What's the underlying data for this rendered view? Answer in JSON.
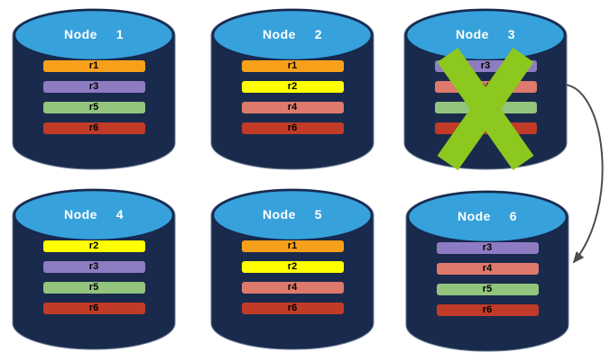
{
  "colors": {
    "background": "#FFFFFF",
    "cylinder_body": "#1A2A4C",
    "cylinder_edge": "#6B7A95",
    "cylinder_top_fill": "#37A1DB",
    "cylinder_top_stroke": "#16294E",
    "node_title_text": "#FFFFFF",
    "row_label_text": "#000000",
    "failure_x": "#8CC81E",
    "arrow": "#4D4D4D"
  },
  "nodes": [
    {
      "title": "Node  1",
      "failed": false,
      "rows": [
        {
          "label": "r1",
          "color": "#F9A01B"
        },
        {
          "label": "r3",
          "color": "#8E7CC3"
        },
        {
          "label": "r5",
          "color": "#93C47D"
        },
        {
          "label": "r6",
          "color": "#C13B28"
        }
      ]
    },
    {
      "title": "Node  2",
      "failed": false,
      "rows": [
        {
          "label": "r1",
          "color": "#F9A01B"
        },
        {
          "label": "r2",
          "color": "#FFFF00"
        },
        {
          "label": "r4",
          "color": "#DE7A6C"
        },
        {
          "label": "r6",
          "color": "#C13B28"
        }
      ]
    },
    {
      "title": "Node  3",
      "failed": true,
      "rows": [
        {
          "label": "r3",
          "color": "#8E7CC3"
        },
        {
          "label": "r4",
          "color": "#DE7A6C"
        },
        {
          "label": "r5",
          "color": "#93C47D"
        },
        {
          "label": "r6",
          "color": "#C13B28"
        }
      ]
    },
    {
      "title": "Node  4",
      "failed": false,
      "rows": [
        {
          "label": "r2",
          "color": "#FFFF00"
        },
        {
          "label": "r3",
          "color": "#8E7CC3"
        },
        {
          "label": "r5",
          "color": "#93C47D"
        },
        {
          "label": "r6",
          "color": "#C13B28"
        }
      ]
    },
    {
      "title": "Node  5",
      "failed": false,
      "rows": [
        {
          "label": "r1",
          "color": "#F9A01B"
        },
        {
          "label": "r2",
          "color": "#FFFF00"
        },
        {
          "label": "r4",
          "color": "#DE7A6C"
        },
        {
          "label": "r6",
          "color": "#C13B28"
        }
      ]
    },
    {
      "title": "Node  6",
      "failed": false,
      "rows": [
        {
          "label": "r3",
          "color": "#8E7CC3"
        },
        {
          "label": "r4",
          "color": "#DE7A6C"
        },
        {
          "label": "r5",
          "color": "#93C47D"
        },
        {
          "label": "r6",
          "color": "#C13B28"
        }
      ]
    }
  ],
  "arrow": {
    "from": "Node 3",
    "to": "Node 6",
    "color": "#4D4D4D"
  }
}
